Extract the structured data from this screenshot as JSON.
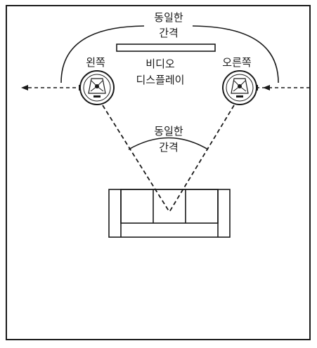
{
  "labels": {
    "equal_spacing_top_line1": "동일한",
    "equal_spacing_top_line2": "간격",
    "left": "왼쪽",
    "right": "오른쪽",
    "video_display_line1": "비디오",
    "video_display_line2": "디스플레이",
    "equal_spacing_angle_line1": "동일한",
    "equal_spacing_angle_line2": "간격"
  },
  "colors": {
    "line": "#1a1a1a",
    "background": "#ffffff"
  },
  "icons": {
    "speaker": "speaker-icon",
    "couch": "couch-icon"
  }
}
